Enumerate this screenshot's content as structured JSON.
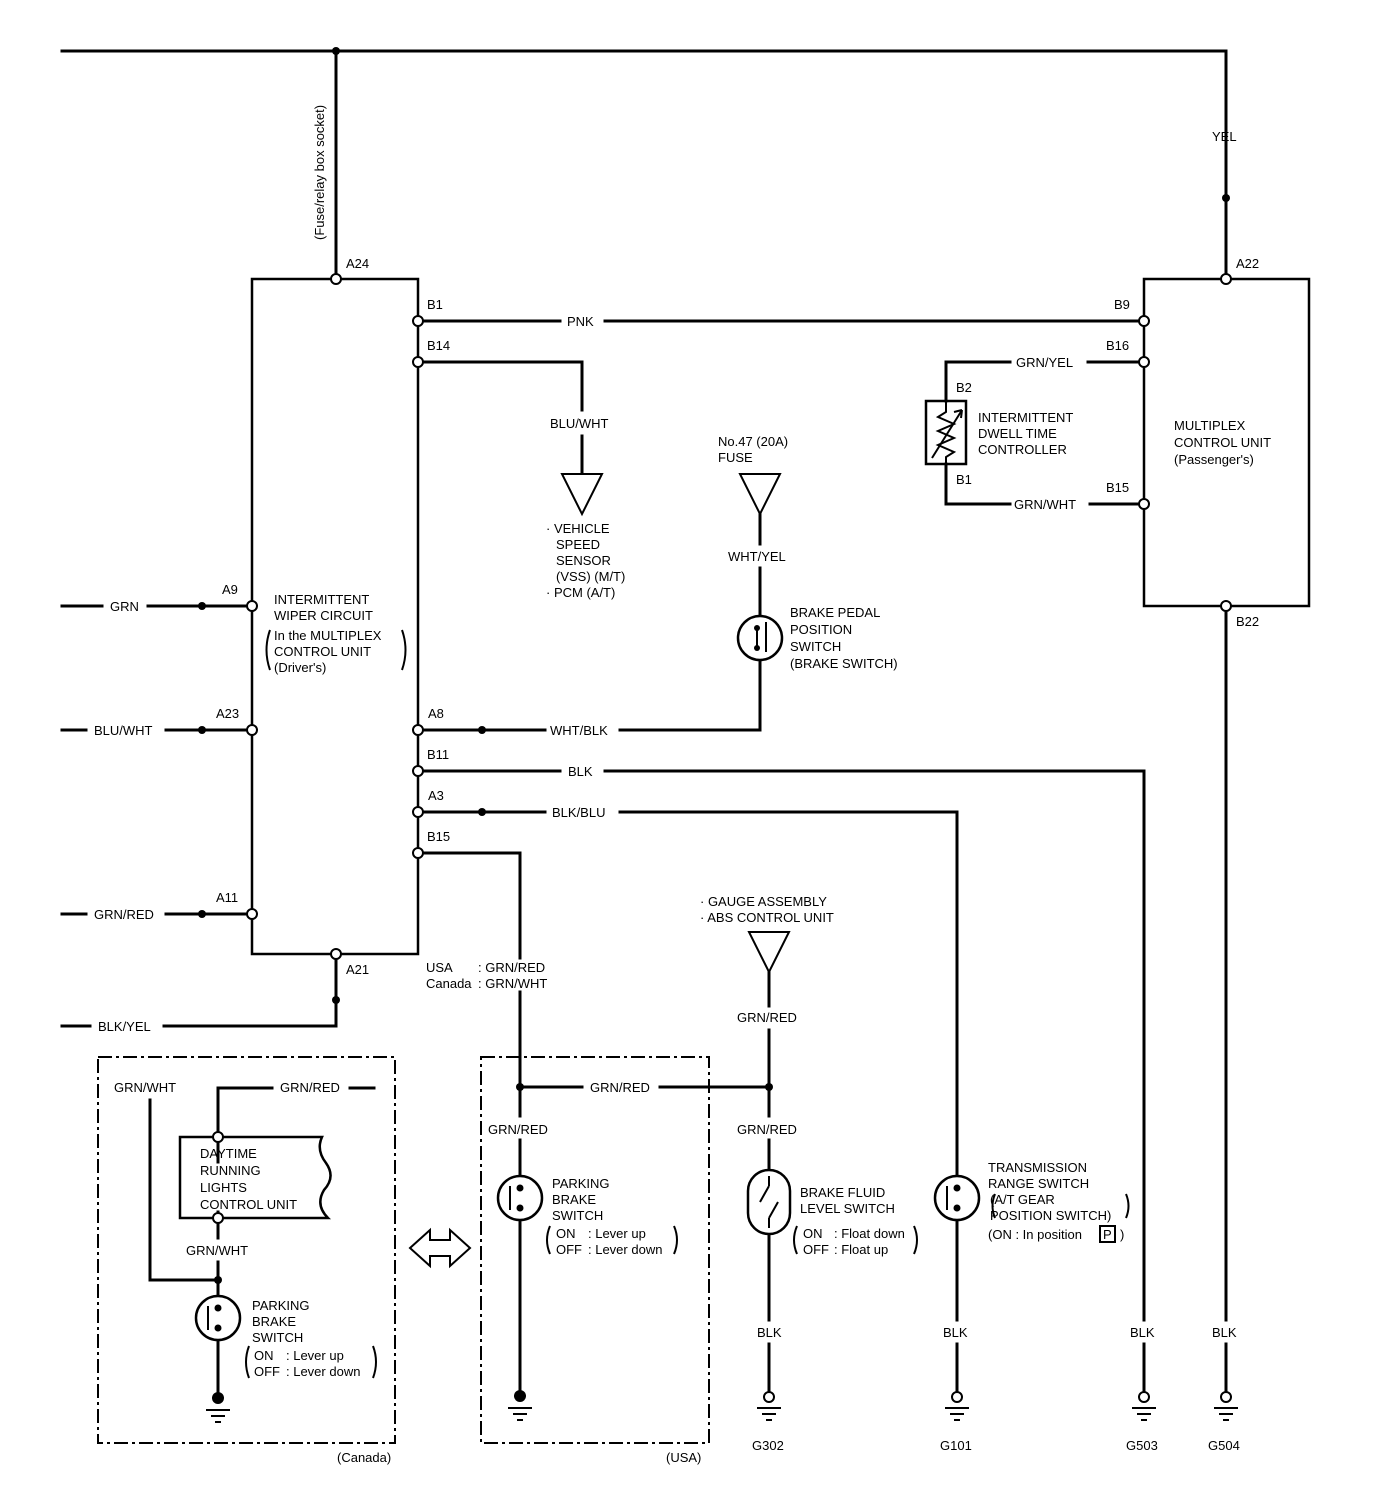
{
  "socket_label": "(Fuse/relay box socket)",
  "driver_unit": {
    "lines": [
      "INTERMITTENT",
      "WIPER CIRCUIT",
      "In the MULTIPLEX",
      "CONTROL UNIT",
      "(Driver's)"
    ],
    "pins": {
      "a24": "A24",
      "b1": "B1",
      "b14": "B14",
      "a9": "A9",
      "a23": "A23",
      "a8": "A8",
      "b11": "B11",
      "a3": "A3",
      "b15": "B15",
      "a11": "A11",
      "a21": "A21"
    }
  },
  "passenger_unit": {
    "lines": [
      "MULTIPLEX",
      "CONTROL UNIT",
      "(Passenger's)"
    ],
    "pins": {
      "a22": "A22",
      "b9": "B9",
      "b16": "B16",
      "b15": "B15",
      "b22": "B22"
    }
  },
  "controller": {
    "lines": [
      "INTERMITTENT",
      "DWELL TIME",
      "CONTROLLER"
    ],
    "pins": {
      "b2": "B2",
      "b1": "B1"
    }
  },
  "wires": {
    "yel": "YEL",
    "pnk": "PNK",
    "grn_yel": "GRN/YEL",
    "grn_wht": "GRN/WHT",
    "blu_wht": "BLU/WHT",
    "wht_yel": "WHT/YEL",
    "grn": "GRN",
    "blu_wht_left": "BLU/WHT",
    "wht_blk": "WHT/BLK",
    "blk": "BLK",
    "blk_blu": "BLK/BLU",
    "grn_red_left": "GRN/RED",
    "blk_yel": "BLK/YEL",
    "grn_red_gauge": "GRN/RED",
    "canada_grn_wht_top": "GRN/WHT",
    "canada_grn_red": "GRN/RED",
    "canada_grn_wht_mid": "GRN/WHT",
    "usa_grn_red_horiz": "GRN/RED",
    "usa_grn_red_vert": "GRN/RED",
    "grn_red_brake_fluid": "GRN/RED",
    "blk_g302": "BLK",
    "blk_g101": "BLK",
    "blk_g503": "BLK",
    "blk_g504": "BLK"
  },
  "region_wire": {
    "usa": "USA",
    "usa_value": ": GRN/RED",
    "canada": "Canada",
    "canada_value": ": GRN/WHT"
  },
  "vss": {
    "lines": [
      "· VEHICLE",
      "SPEED",
      "SENSOR",
      "(VSS) (M/T)",
      "· PCM (A/T)"
    ]
  },
  "fuse": {
    "lines": [
      "No.47 (20A)",
      "FUSE"
    ]
  },
  "brake_pedal": {
    "lines": [
      "BRAKE PEDAL",
      "POSITION",
      "SWITCH",
      "(BRAKE SWITCH)"
    ]
  },
  "gauge": {
    "lines": [
      "· GAUGE ASSEMBLY",
      "· ABS CONTROL UNIT"
    ]
  },
  "drl": {
    "lines": [
      "DAYTIME",
      "RUNNING",
      "LIGHTS",
      "CONTROL UNIT"
    ]
  },
  "parking_canada": {
    "lines": [
      "PARKING",
      "BRAKE",
      "SWITCH"
    ],
    "on": "ON",
    "on_value": ": Lever up",
    "off": "OFF",
    "off_value": ": Lever down"
  },
  "parking_usa": {
    "lines": [
      "PARKING",
      "BRAKE",
      "SWITCH"
    ],
    "on": "ON",
    "on_value": ": Lever up",
    "off": "OFF",
    "off_value": ": Lever down"
  },
  "brake_fluid": {
    "lines": [
      "BRAKE FLUID",
      "LEVEL SWITCH"
    ],
    "on": "ON",
    "on_value": ": Float down",
    "off": "OFF",
    "off_value": ": Float up"
  },
  "trans_range": {
    "lines": [
      "TRANSMISSION",
      "RANGE SWITCH",
      "(A/T GEAR",
      "POSITION SWITCH)"
    ],
    "on_text": "(ON : In position",
    "on_box": "P",
    "on_close": ")"
  },
  "regions": {
    "canada": "(Canada)",
    "usa": "(USA)"
  },
  "grounds": {
    "g302": "G302",
    "g101": "G101",
    "g503": "G503",
    "g504": "G504"
  }
}
